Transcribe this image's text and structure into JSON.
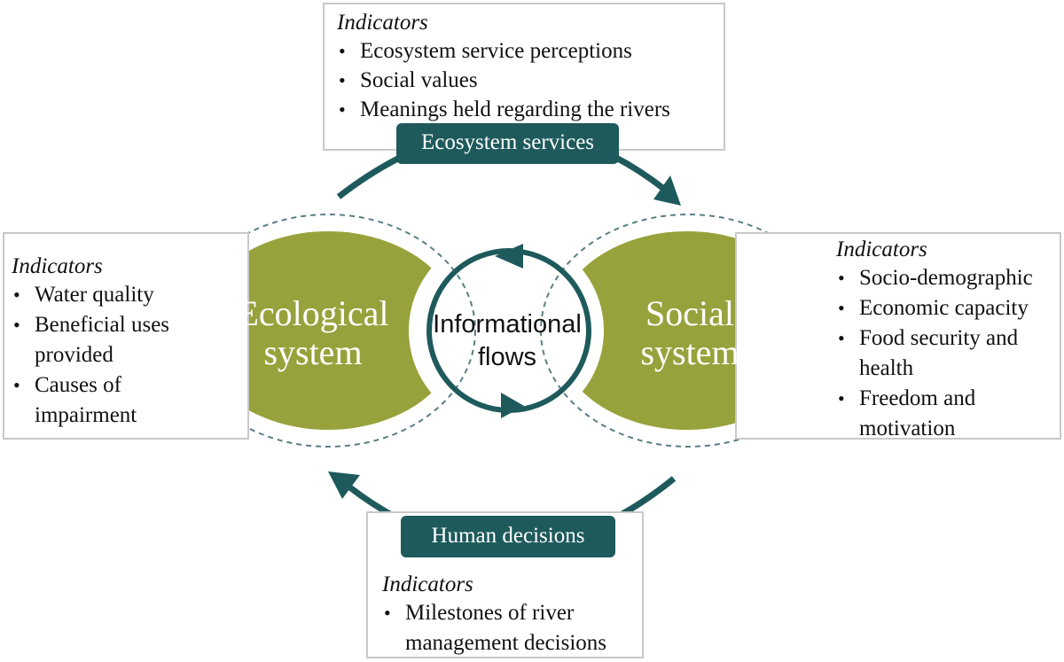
{
  "colors": {
    "system_fill": "#97a23c",
    "dark_teal": "#1e5a5c",
    "dashed_outline": "#5a7f86",
    "box_border": "#c8c8c8"
  },
  "top_box": {
    "indicators_heading": "Indicators",
    "items": [
      "Ecosystem service perceptions",
      "Social values",
      "Meanings held regarding the rivers"
    ]
  },
  "ecosystem_services_label": "Ecosystem services",
  "left_box": {
    "indicators_heading": "Indicators",
    "items": [
      "Water quality",
      "Beneficial uses provided",
      "Causes of impairment"
    ]
  },
  "right_box": {
    "indicators_heading": "Indicators",
    "items": [
      "Socio-demographic",
      "Economic capacity",
      "Food security and health",
      "Freedom and motivation"
    ]
  },
  "human_decisions_label": "Human decisions",
  "bottom_box": {
    "indicators_heading": "Indicators",
    "items": [
      "Milestones of river management decisions"
    ]
  },
  "ecological_system": {
    "line1": "Ecological",
    "line2": "system"
  },
  "social_system": {
    "line1": "Social",
    "line2": "system"
  },
  "informational_flows": {
    "line1": "Informational",
    "line2": "flows"
  }
}
